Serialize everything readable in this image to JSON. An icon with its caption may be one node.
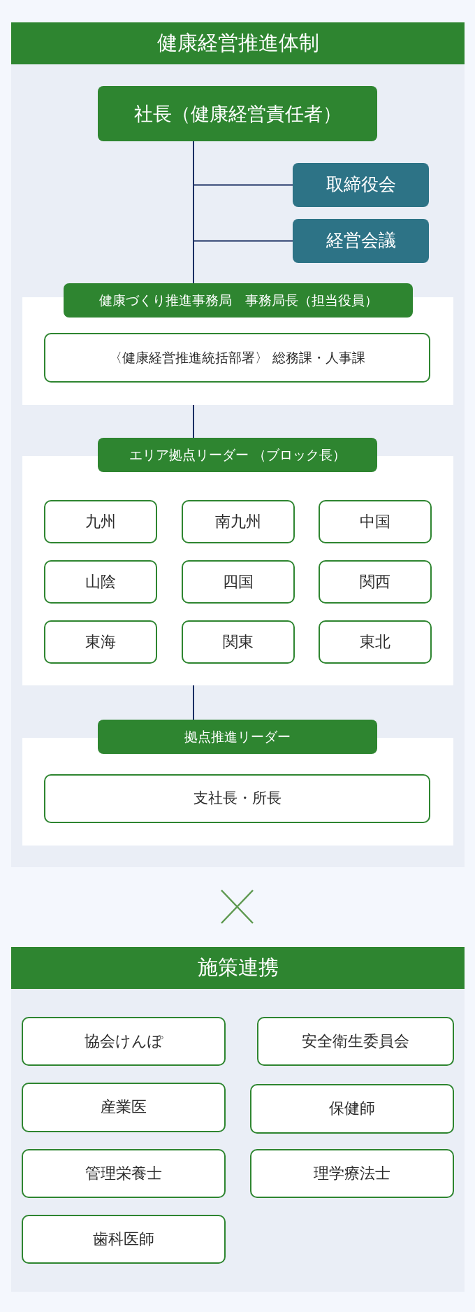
{
  "diagram": {
    "nodes": [
      {
        "text": [
          "健康経営推進体制"
        ]
      },
      {
        "text": [
          "社長（健康経営責任者）"
        ],
        "in": 0
      },
      {
        "text": [
          "取締役会"
        ],
        "in": 0
      },
      {
        "text": [
          "経営会議"
        ],
        "in": 0
      },
      {
        "text": [
          "健康づくり推進事務局　事務局長（担当役員）"
        ],
        "in": 0
      },
      {
        "text": [],
        "shape": "box",
        "in": 0
      },
      {
        "text": [
          "〈健康経営推進統括部署〉 総務課・人事課"
        ],
        "in": 5
      },
      {
        "text": [
          "エリア拠点リーダー （ブロック長）"
        ],
        "in": 0
      },
      {
        "text": [],
        "shape": "box",
        "in": 0
      },
      {
        "text": [
          "九州"
        ],
        "in": 8
      },
      {
        "text": [
          "南九州"
        ],
        "in": 8
      },
      {
        "text": [
          "中国"
        ],
        "in": 8
      },
      {
        "text": [
          "山陰"
        ],
        "in": 8
      },
      {
        "text": [
          "四国"
        ],
        "in": 8
      },
      {
        "text": [
          "関西"
        ],
        "in": 8
      },
      {
        "text": [
          "東海"
        ],
        "in": 8
      },
      {
        "text": [
          "関東"
        ],
        "in": 8
      },
      {
        "text": [
          "東北"
        ],
        "in": 8
      },
      {
        "text": [
          "拠点推進リーダー"
        ],
        "in": 0
      },
      {
        "text": [],
        "shape": "box",
        "in": 0
      },
      {
        "text": [
          "支社長・所長"
        ],
        "in": 19
      },
      {
        "text": [
          "施策連携"
        ]
      },
      {
        "text": [
          "協会けんぽ"
        ],
        "in": 21
      },
      {
        "text": [
          "安全衛生委員会"
        ],
        "in": 21
      },
      {
        "text": [
          "産業医"
        ],
        "in": 21
      },
      {
        "text": [
          "保健師"
        ],
        "in": 21
      },
      {
        "text": [
          "管理栄養士"
        ],
        "in": 21
      },
      {
        "text": [
          "理学療法士"
        ],
        "in": 21
      },
      {
        "text": [
          "歯科医師"
        ],
        "in": 21
      }
    ],
    "edges": [
      {
        "from": 1,
        "to": 2,
        "arrow": "none"
      },
      {
        "from": 1,
        "to": 3,
        "arrow": "none"
      },
      {
        "from": 1,
        "to": 4,
        "arrow": "none"
      },
      {
        "from": 5,
        "to": 7,
        "arrow": "none"
      },
      {
        "from": 8,
        "to": 18,
        "arrow": "none"
      }
    ]
  }
}
